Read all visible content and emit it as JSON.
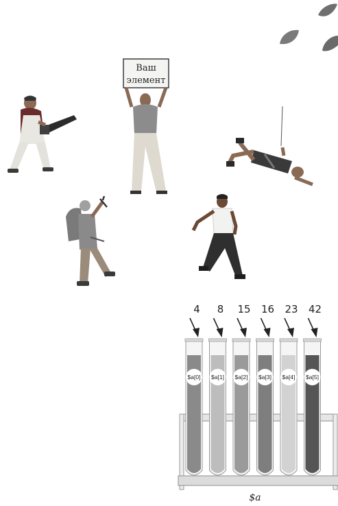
{
  "sign": {
    "line1": "Ваш",
    "line2": "элемент"
  },
  "leaves": [
    "leaf-icon",
    "leaf-icon",
    "leaf-icon"
  ],
  "figures": [
    "chainsaw-man",
    "sign-holder-man",
    "rock-climber",
    "mountaineer",
    "walking-man"
  ],
  "array": {
    "name": "$a",
    "tubes": [
      {
        "value": "4",
        "index_label": "$a[0]",
        "color": "#8a8a8a"
      },
      {
        "value": "8",
        "index_label": "$a[1]",
        "color": "#bdbdbd"
      },
      {
        "value": "15",
        "index_label": "$a[2]",
        "color": "#9a9a9a"
      },
      {
        "value": "16",
        "index_label": "$a[3]",
        "color": "#7e7e7e"
      },
      {
        "value": "23",
        "index_label": "$a[4]",
        "color": "#d2d2d2"
      },
      {
        "value": "42",
        "index_label": "$a[5]",
        "color": "#555555"
      }
    ]
  }
}
